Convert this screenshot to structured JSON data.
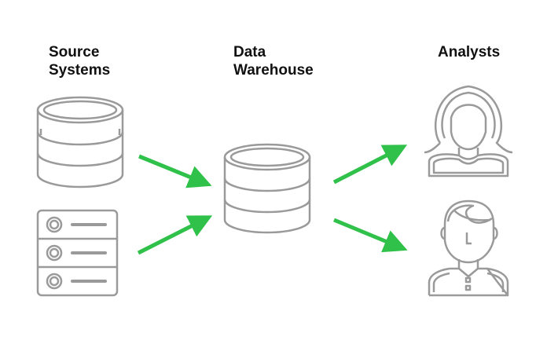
{
  "labels": {
    "source": [
      "Source",
      "Systems"
    ],
    "warehouse": [
      "Data",
      "Warehouse"
    ],
    "analysts": [
      "Analysts"
    ]
  },
  "icons": [
    "source-database-icon",
    "source-server-rack-icon",
    "data-warehouse-database-icon",
    "female-analyst-icon",
    "male-analyst-icon"
  ],
  "colors": {
    "icon_stroke": "#9a9a9a",
    "arrow": "#2fc14a",
    "text": "#111111",
    "background": "#ffffff"
  }
}
